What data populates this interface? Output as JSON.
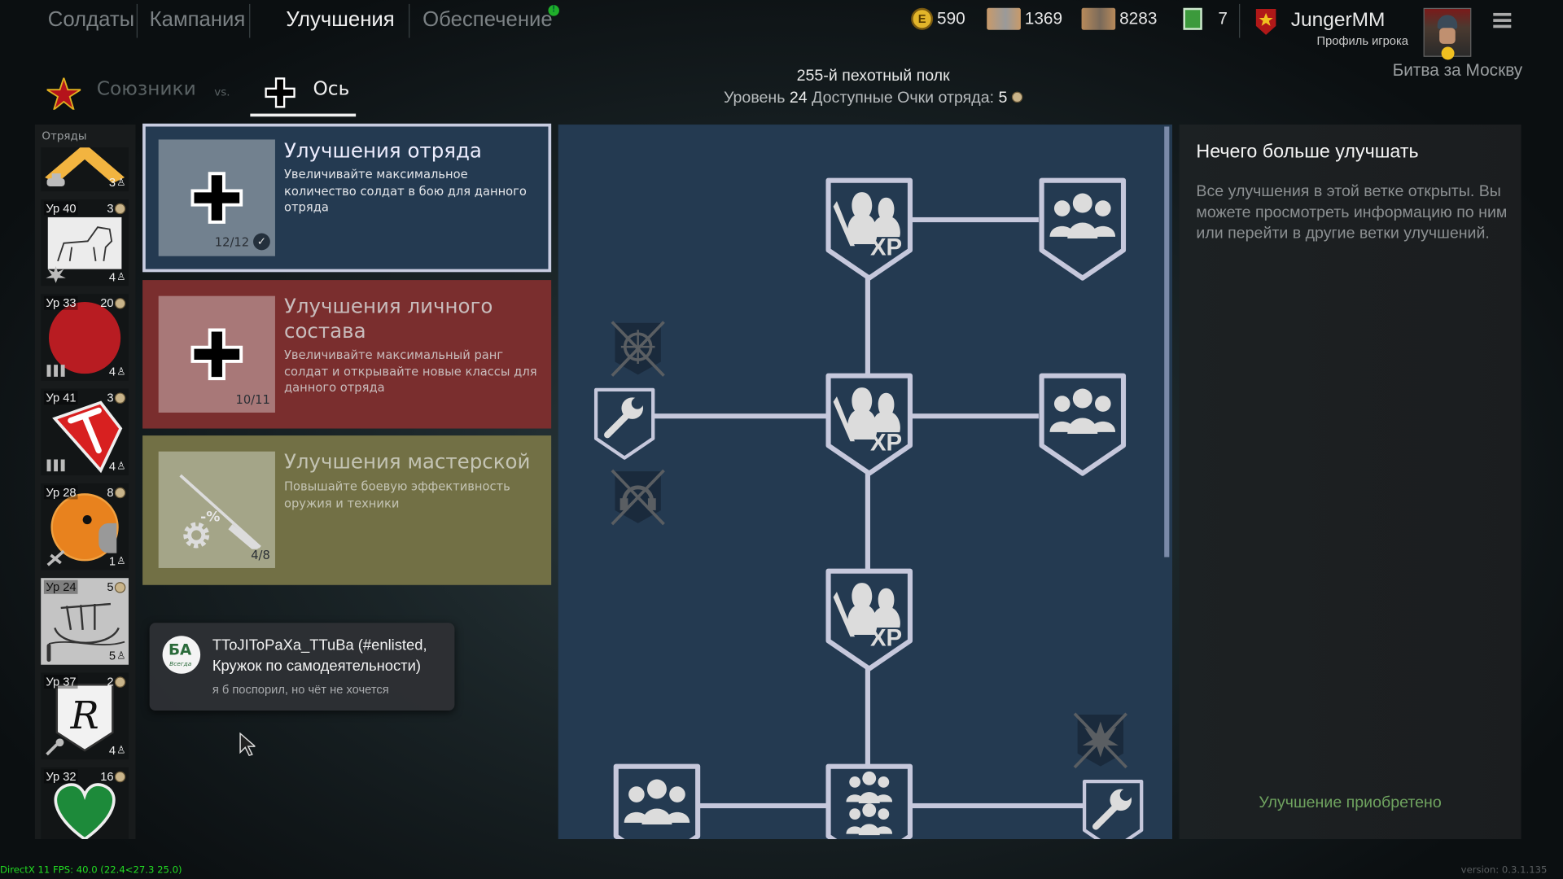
{
  "nav": {
    "tabs": [
      {
        "label": "Солдаты"
      },
      {
        "label": "Кампания"
      },
      {
        "label": "Улучшения",
        "active": true
      },
      {
        "label": "Обеспечение",
        "badge": "!"
      }
    ]
  },
  "toast": {
    "avatar_text": "БА",
    "avatar_sub": "Всегда",
    "title": "TToJIToPaXa_TTuBa (#enlisted, Кружок по самодеятельности)",
    "message": "я б поспорил, но чёт не хочется"
  },
  "factions": {
    "allies": "Союзники",
    "vs": "vs.",
    "axis": "Ось"
  },
  "resources": [
    {
      "icon": "gold-coin-icon",
      "value": "590"
    },
    {
      "icon": "weapon-order-icon",
      "value": "1369"
    },
    {
      "icon": "soldier-order-icon",
      "value": "8283"
    },
    {
      "icon": "booster-icon",
      "value": "7"
    }
  ],
  "profile": {
    "name": "JungerMM",
    "subtitle": "Профиль игрока",
    "campaign": "Битва за Москву"
  },
  "header": {
    "regiment": "255-й пехотный полк",
    "level_label": "Уровень",
    "level": "24",
    "points_label": "Доступные Очки отряда:",
    "points": "5"
  },
  "sidebar": {
    "title": "Отряды",
    "squads": [
      {
        "level": "",
        "count": "",
        "seats": "3",
        "emblem": "chevron",
        "type": "tank-icon"
      },
      {
        "level": "Ур 40",
        "count": "3",
        "seats": "4",
        "emblem": "lion",
        "type": "explosion-icon"
      },
      {
        "level": "Ур 33",
        "count": "20",
        "seats": "4",
        "emblem": "red-circle",
        "type": "ammo-icon"
      },
      {
        "level": "Ур 41",
        "count": "3",
        "seats": "4",
        "emblem": "pickaxe-shield",
        "type": "ammo-icon"
      },
      {
        "level": "Ур 28",
        "count": "8",
        "seats": "1",
        "emblem": "eagle",
        "type": "plane-icon"
      },
      {
        "level": "Ур 24",
        "count": "5",
        "seats": "5",
        "emblem": "ship",
        "type": "bullet-icon",
        "selected": true
      },
      {
        "level": "Ур 37",
        "count": "2",
        "seats": "4",
        "emblem": "r-shield",
        "type": "wrench-icon"
      },
      {
        "level": "Ур 32",
        "count": "16",
        "seats": "",
        "emblem": "heart",
        "type": ""
      }
    ]
  },
  "upgrade_cards": [
    {
      "title": "Улучшения отряда",
      "description": "Увеличивайте максимальное количество солдат в бою для данного отряда",
      "progress": "12/12",
      "complete": true,
      "color": "#243a51"
    },
    {
      "title": "Улучшения личного состава",
      "description": "Увеличивайте максимальный ранг солдат и открывайте новые классы для данного отряда",
      "progress": "10/11",
      "color": "#7a2e2e"
    },
    {
      "title": "Улучшения мастерской",
      "description": "Повышайте боевую эффективность оружия и техники",
      "progress": "4/8",
      "badge": "-%",
      "color": "#727045"
    }
  ],
  "tree": {
    "xp_label": "XP"
  },
  "details": {
    "title": "Нечего больше улучшать",
    "description": "Все улучшения в этой ветке открыты. Вы можете просмотреть информацию по ним или перейти в другие ветки улучшений.",
    "status": "Улучшение приобретено"
  },
  "footer": {
    "fps": "DirectX 11 FPS: 40.0 (22.4<27.3 25.0)",
    "version": "version: 0.3.1.135"
  },
  "colors": {
    "accent_green": "#6fa35f",
    "fps_green": "#22dd22",
    "tree_bg": "#243a51",
    "node_stroke": "#c6c8dc"
  }
}
